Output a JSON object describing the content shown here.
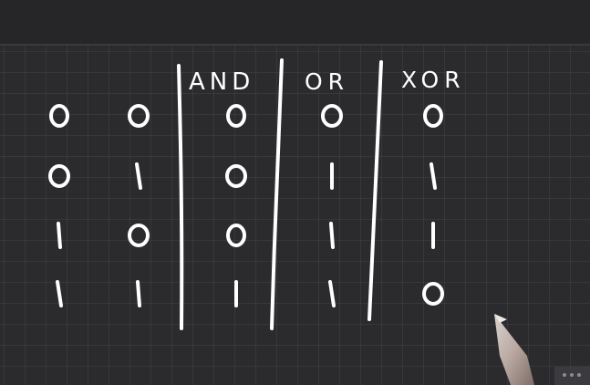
{
  "table": {
    "headers": [
      "AND",
      "OR",
      "XOR"
    ],
    "rows": [
      {
        "a": "0",
        "b": "0",
        "and": "0",
        "or": "0",
        "xor": "0"
      },
      {
        "a": "0",
        "b": "1",
        "and": "0",
        "or": "1",
        "xor": "1"
      },
      {
        "a": "1",
        "b": "0",
        "and": "0",
        "or": "1",
        "xor": "1"
      },
      {
        "a": "1",
        "b": "1",
        "and": "1",
        "or": "1",
        "xor": "0"
      }
    ]
  },
  "colors": {
    "board": "#2b2b2d",
    "ink": "#ffffff",
    "grid": "#3a3a3c"
  }
}
